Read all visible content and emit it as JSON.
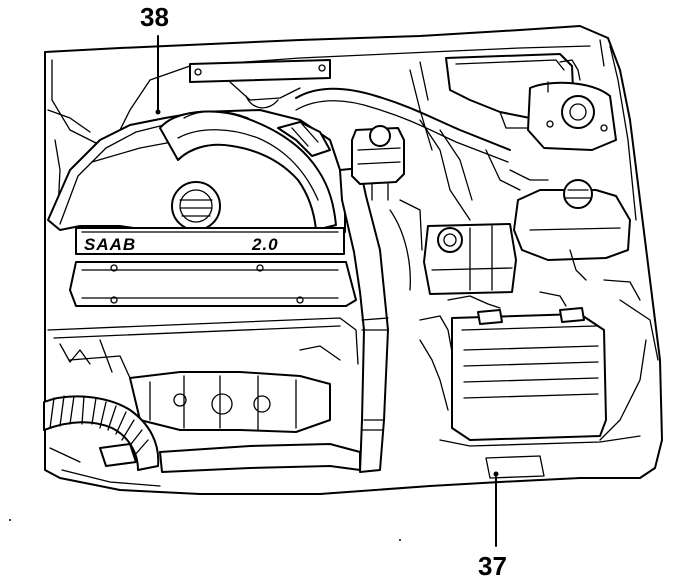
{
  "callouts": {
    "top": "38",
    "bottom": "37"
  },
  "engine": {
    "brand": "SAAB",
    "displacement": "2.0"
  }
}
